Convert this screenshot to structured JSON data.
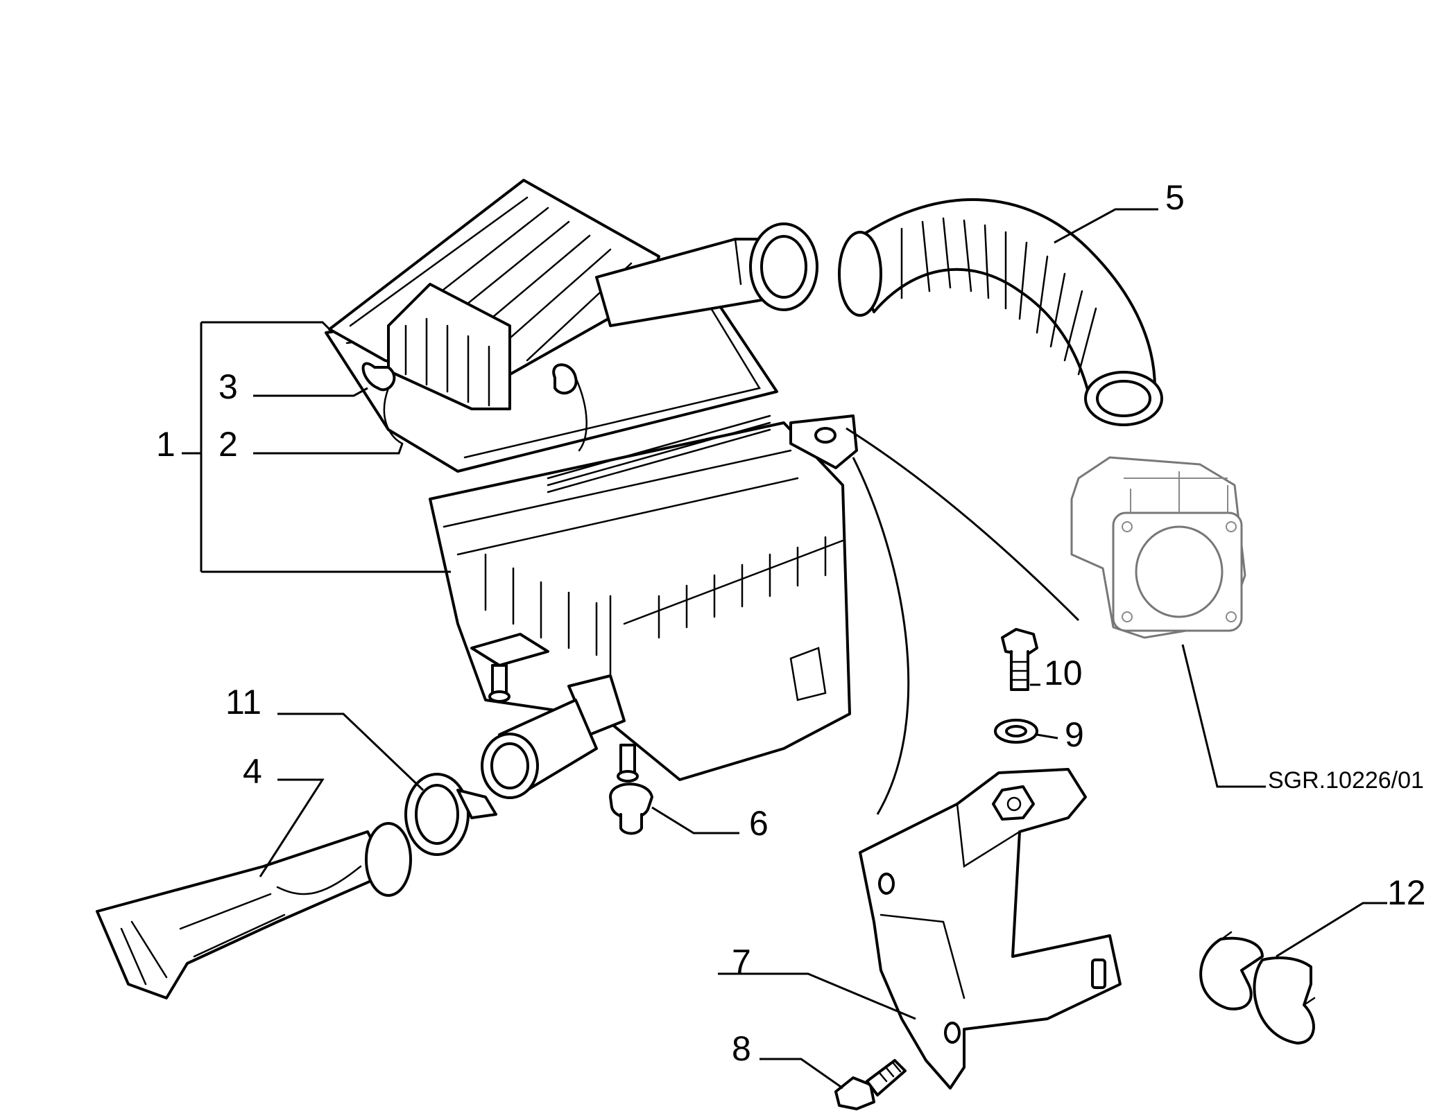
{
  "diagram": {
    "callouts": [
      {
        "id": "1",
        "label": "1"
      },
      {
        "id": "2",
        "label": "2"
      },
      {
        "id": "3",
        "label": "3"
      },
      {
        "id": "4",
        "label": "4"
      },
      {
        "id": "5",
        "label": "5"
      },
      {
        "id": "6",
        "label": "6"
      },
      {
        "id": "7",
        "label": "7"
      },
      {
        "id": "8",
        "label": "8"
      },
      {
        "id": "9",
        "label": "9"
      },
      {
        "id": "10",
        "label": "10"
      },
      {
        "id": "11",
        "label": "11"
      },
      {
        "id": "12",
        "label": "12"
      }
    ],
    "reference_code": "SGR.10226/01"
  }
}
